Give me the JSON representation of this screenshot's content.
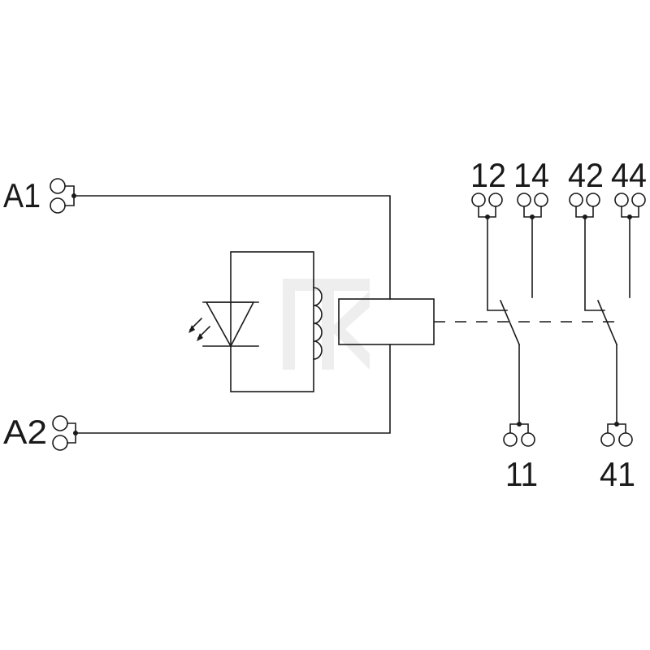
{
  "diagram": {
    "coil_terminals": {
      "a1": "A1",
      "a2": "A2"
    },
    "contact_terminals": {
      "t12": "12",
      "t14": "14",
      "t42": "42",
      "t44": "44",
      "t11": "11",
      "t41": "41"
    },
    "colors": {
      "line": "#1a1a1a",
      "watermark": "#e6e6e6"
    },
    "icons": {
      "coil": "relay-coil-icon",
      "led": "led-indicator-icon",
      "watermark": "brand-watermark-logo"
    }
  }
}
